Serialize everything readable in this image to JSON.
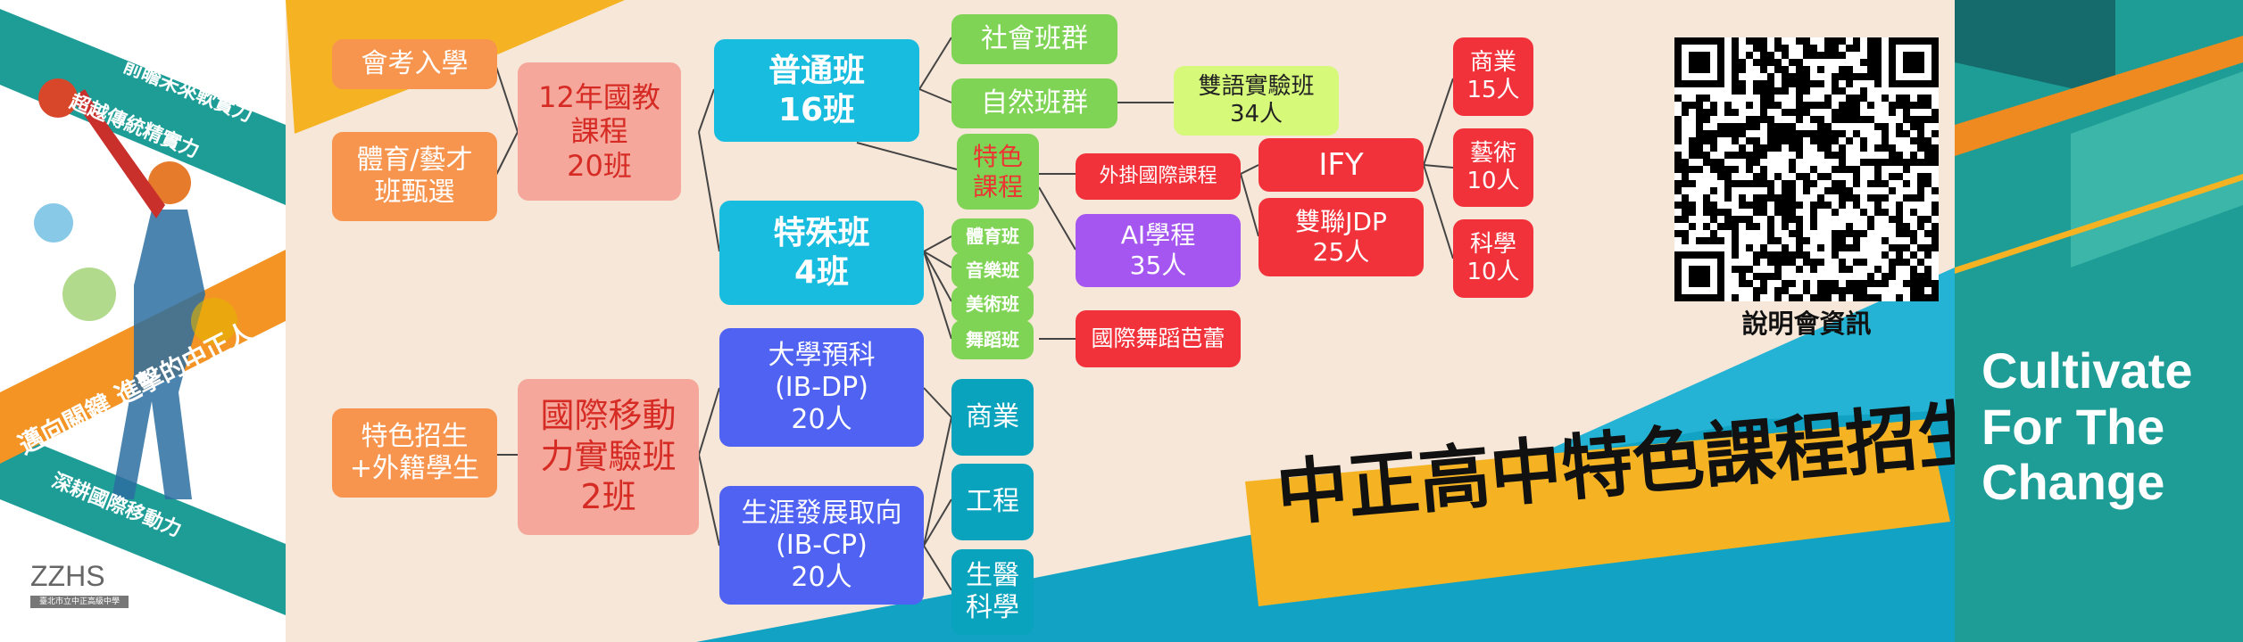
{
  "left_panel": {
    "band_top": "前瞻未來軟實力",
    "band_second": "超越傳統精實力",
    "band_main": "邁向關鍵 進擊的中正人",
    "band_bottom": "深耕國際移動力",
    "logo": "ZZHS",
    "logo_sub": "臺北市立中正高級中學"
  },
  "diagram": {
    "nodes": {
      "exam_entry": "會考入學",
      "sports_art_1": "體育/藝才",
      "sports_art_2": "班甄選",
      "special_recruit_1": "特色招生",
      "special_recruit_2": "+外籍學生",
      "edu12_1": "12年國教",
      "edu12_2": "課程",
      "edu12_3": "20班",
      "intl_1": "國際移動",
      "intl_2": "力實驗班",
      "intl_3": "2班",
      "regular_1": "普通班",
      "regular_2": "16班",
      "special_1": "特殊班",
      "special_2": "4班",
      "ibdp_1": "大學預科",
      "ibdp_2": "(IB-DP)",
      "ibdp_3": "20人",
      "ibcp_1": "生涯發展取向",
      "ibcp_2": "(IB-CP)",
      "ibcp_3": "20人",
      "social": "社會班群",
      "natural": "自然班群",
      "feature_1": "特色",
      "feature_2": "課程",
      "sports": "體育班",
      "music": "音樂班",
      "art": "美術班",
      "dance": "舞蹈班",
      "cp_business": "商業",
      "cp_engineering": "工程",
      "cp_biomed_1": "生醫",
      "cp_biomed_2": "科學",
      "bilingual_1": "雙語實驗班",
      "bilingual_2": "34人",
      "intl_course": "外掛國際課程",
      "ai_1": "AI學程",
      "ai_2": "35人",
      "ballet": "國際舞蹈芭蕾",
      "ify": "IFY",
      "jdp_1": "雙聯JDP",
      "jdp_2": "25人",
      "business_1": "商業",
      "business_2": "15人",
      "arts_1": "藝術",
      "arts_2": "10人",
      "science_1": "科學",
      "science_2": "10人"
    }
  },
  "qr": {
    "label": "說明會資訊"
  },
  "title": "中正高中特色課程招生",
  "slogan": {
    "line1": "Cultivate",
    "line2": "For The",
    "line3": "Change"
  },
  "colors": {
    "orange": "#f7954f",
    "salmon": "#f4a79a",
    "cyan": "#18bcdf",
    "green": "#7fd455",
    "red": "#f2323a",
    "purple": "#a556f0",
    "blue": "#4f62f1",
    "teal": "#0aa3bd",
    "lime": "#d6f97a",
    "yellow": "#f5b323",
    "sea": "#1e9d97"
  }
}
